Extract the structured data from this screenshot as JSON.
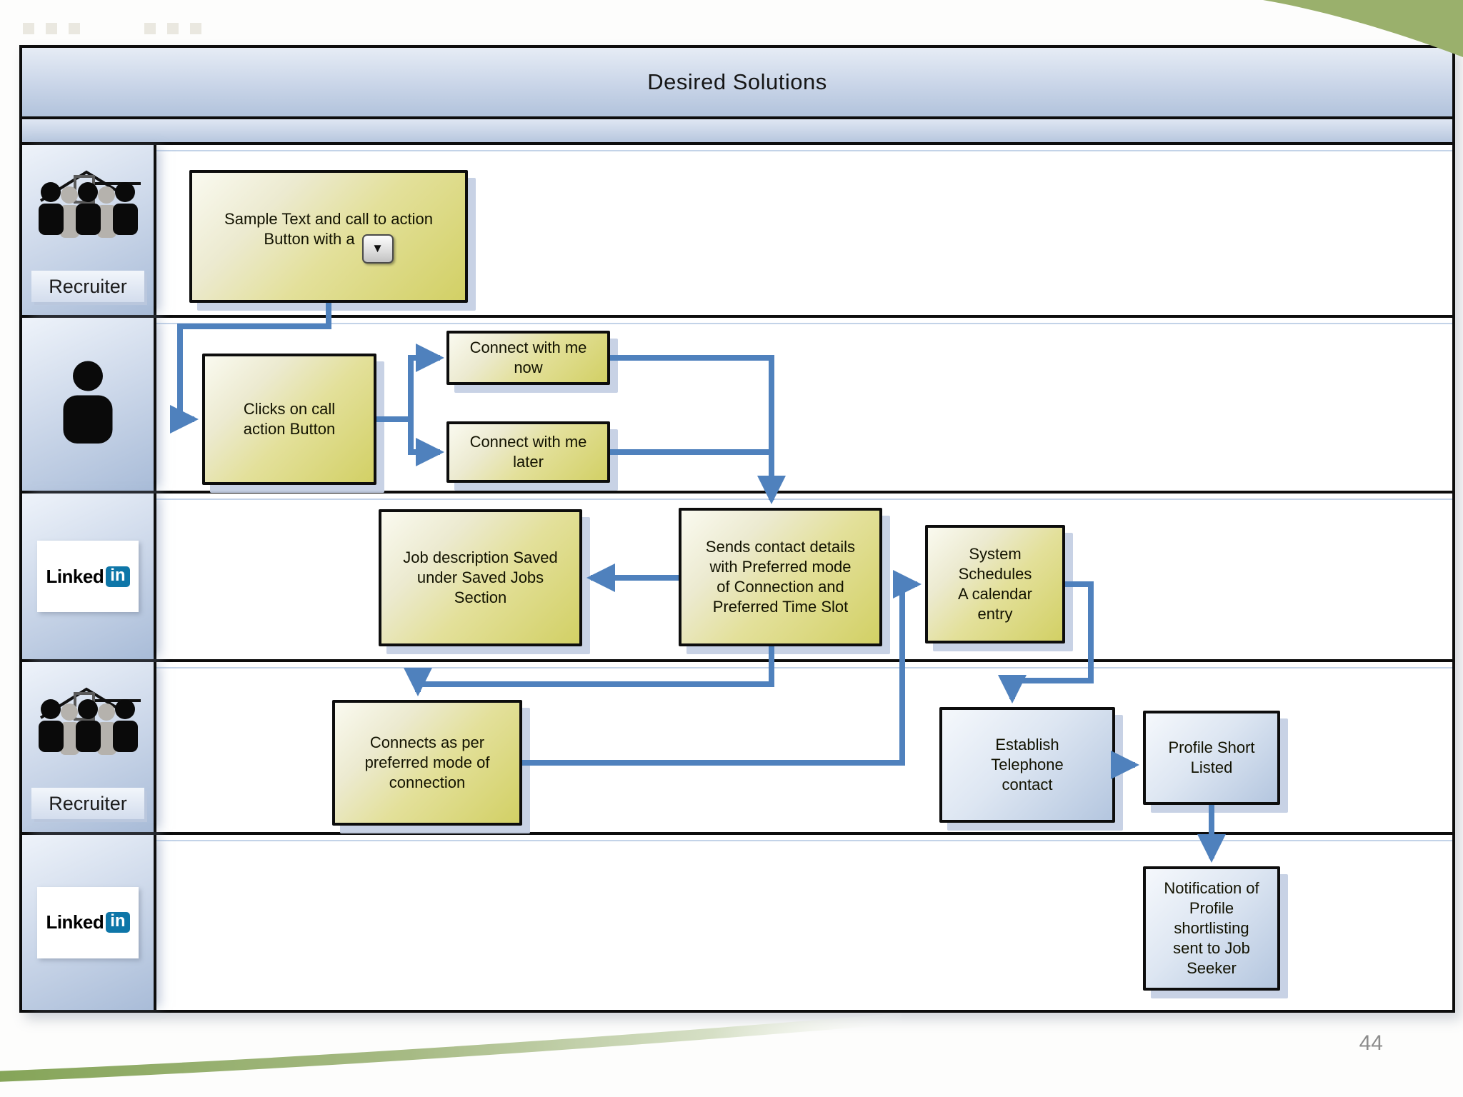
{
  "slide": {
    "title": "Desired Solutions",
    "page_number": "44"
  },
  "lanes": [
    {
      "icon": "recruiter-group-icon",
      "label": "Recruiter"
    },
    {
      "icon": "person-icon"
    },
    {
      "icon": "linkedin-logo",
      "logo_text": "Linked",
      "logo_badge": "in"
    },
    {
      "icon": "recruiter-group-icon",
      "label": "Recruiter"
    },
    {
      "icon": "linkedin-logo",
      "logo_text": "Linked",
      "logo_badge": "in"
    }
  ],
  "nodes": [
    {
      "id": "sample-text",
      "lane": "recruiter-1",
      "style": "yellow",
      "text": "Sample Text and call to action\nButton with a"
    },
    {
      "id": "clicks-call-action",
      "lane": "job-seeker",
      "style": "yellow",
      "text": "Clicks on call\naction Button"
    },
    {
      "id": "connect-now",
      "lane": "job-seeker",
      "style": "yellow",
      "text": "Connect with me\nnow"
    },
    {
      "id": "connect-later",
      "lane": "job-seeker",
      "style": "yellow",
      "text": "Connect with me\nlater"
    },
    {
      "id": "job-description-saved",
      "lane": "linkedin-1",
      "style": "yellow",
      "text": "Job description Saved\nunder Saved Jobs\nSection"
    },
    {
      "id": "sends-contact-details",
      "lane": "linkedin-1",
      "style": "yellow",
      "text": "Sends contact details\nwith Preferred mode\nof Connection and\nPreferred Time Slot"
    },
    {
      "id": "system-schedules",
      "lane": "linkedin-1",
      "style": "yellow",
      "text": "System\nSchedules\nA calendar\nentry"
    },
    {
      "id": "connects-preferred-mode",
      "lane": "recruiter-2",
      "style": "yellow",
      "text": "Connects as per\npreferred mode of\nconnection"
    },
    {
      "id": "establish-telephone",
      "lane": "recruiter-2",
      "style": "blue",
      "text": "Establish\nTelephone\ncontact"
    },
    {
      "id": "profile-shortlisted",
      "lane": "recruiter-2",
      "style": "blue",
      "text": "Profile Short\nListed"
    },
    {
      "id": "notification-shortlisting",
      "lane": "linkedin-2",
      "style": "blue",
      "text": "Notification of\nProfile\nshortlisting\nsent to Job\nSeeker"
    }
  ],
  "edges": [
    {
      "from": "sample-text",
      "to": "clicks-call-action"
    },
    {
      "from": "clicks-call-action",
      "to": "connect-now"
    },
    {
      "from": "clicks-call-action",
      "to": "connect-later"
    },
    {
      "from": "connect-now",
      "to": "sends-contact-details"
    },
    {
      "from": "connect-later",
      "to": "sends-contact-details"
    },
    {
      "from": "sends-contact-details",
      "to": "job-description-saved"
    },
    {
      "from": "sends-contact-details",
      "to": "connects-preferred-mode"
    },
    {
      "from": "connects-preferred-mode",
      "to": "system-schedules"
    },
    {
      "from": "system-schedules",
      "to": "establish-telephone"
    },
    {
      "from": "establish-telephone",
      "to": "profile-shortlisted"
    },
    {
      "from": "profile-shortlisted",
      "to": "notification-shortlisting"
    }
  ],
  "icons": {
    "dropdown_glyph": "▼"
  },
  "colors": {
    "arrow": "#4f81bd",
    "node_yellow": "#d2d065",
    "node_blue": "#b4c6df",
    "lane_header": "#c9d5e8",
    "accent_green": "#9ab06c",
    "linkedin_blue": "#0e76a8"
  }
}
